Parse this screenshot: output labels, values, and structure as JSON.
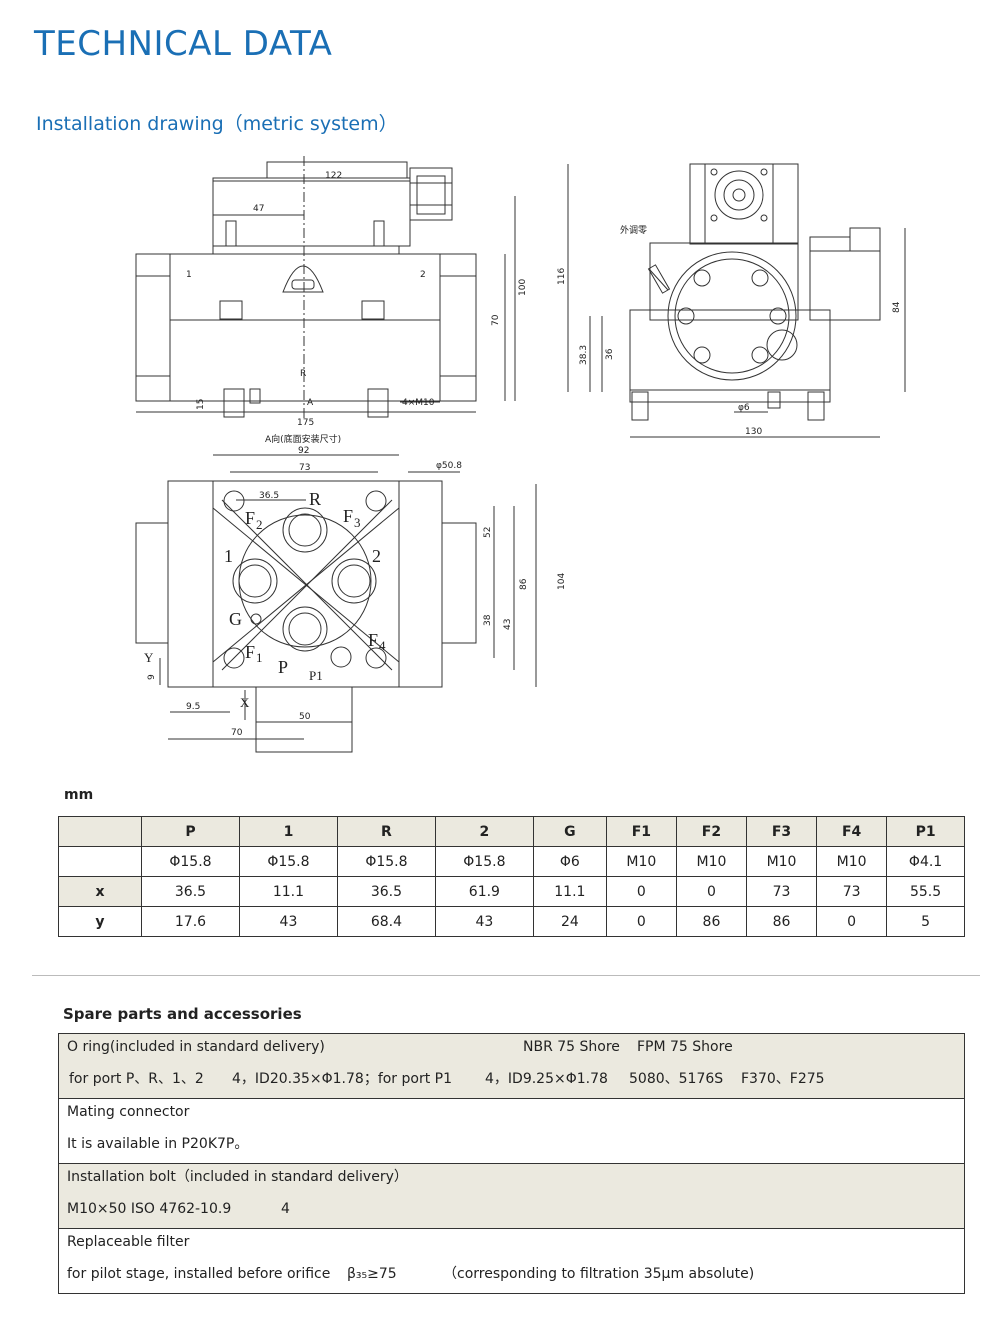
{
  "header": {
    "title": "TECHNICAL DATA",
    "subtitle": "Installation drawing（metric system）"
  },
  "drawing": {
    "front_view": {
      "dims": [
        "122",
        "47",
        "100",
        "70",
        "15",
        "4×M10",
        "175"
      ],
      "port_labels": [
        "1",
        "2",
        "R",
        "A"
      ],
      "caption": "A向(底面安装尺寸)"
    },
    "side_view": {
      "dims": [
        "116",
        "84",
        "38.3",
        "36",
        "φ6",
        "130"
      ],
      "note": "外调零"
    },
    "bottom_view": {
      "dims": [
        "92",
        "73",
        "φ50.8",
        "36.5",
        "52",
        "86",
        "104",
        "38",
        "43",
        "9",
        "9.5",
        "50",
        "70"
      ],
      "labels": {
        "R": "R",
        "F2": "F",
        "F2sub": "2",
        "F3": "F",
        "F3sub": "3",
        "p1": "1",
        "p2": "2",
        "G": "G",
        "F1": "F",
        "F1sub": "1",
        "F4": "F",
        "F4sub": "4",
        "P": "P",
        "P1": "P1",
        "X": "X",
        "Y": "Y"
      }
    }
  },
  "ports_table": {
    "unit": "mm",
    "columns": [
      "P",
      "1",
      "R",
      "2",
      "G",
      "F1",
      "F2",
      "F3",
      "F4",
      "P1"
    ],
    "rows": [
      {
        "label": "",
        "values": [
          "Φ15.8",
          "Φ15.8",
          "Φ15.8",
          "Φ15.8",
          "Φ6",
          "M10",
          "M10",
          "M10",
          "M10",
          "Φ4.1"
        ]
      },
      {
        "label": "x",
        "values": [
          "36.5",
          "11.1",
          "36.5",
          "61.9",
          "11.1",
          "0",
          "0",
          "73",
          "73",
          "55.5"
        ]
      },
      {
        "label": "y",
        "values": [
          "17.6",
          "43",
          "68.4",
          "43",
          "24",
          "0",
          "86",
          "86",
          "0",
          "5"
        ]
      }
    ]
  },
  "spare_parts": {
    "title": "Spare parts and accessories",
    "sections": [
      {
        "heading": "O ring(included in standard delivery)",
        "heading_nbr": "NBR 75 Shore",
        "heading_fpm": "FPM 75 Shore",
        "detail_a": "for port P、R、1、2",
        "detail_qty_a": "4，ID20.35×Φ1.78；for port P1",
        "detail_qty_b": "4，ID9.25×Φ1.78",
        "detail_nbr": "5080、5176S",
        "detail_fpm": "F370、F275"
      },
      {
        "heading": "Mating connector",
        "detail": "It is available in P20K7P。"
      },
      {
        "heading": "Installation bolt（included in standard delivery）",
        "detail": "M10×50 ISO 4762-10.9",
        "qty": "4"
      },
      {
        "heading": "Replaceable filter",
        "detail": "for pilot stage, installed before orifice",
        "beta": "β₃₅≥75",
        "note": "（corresponding to filtration 35μm absolute)"
      }
    ]
  }
}
